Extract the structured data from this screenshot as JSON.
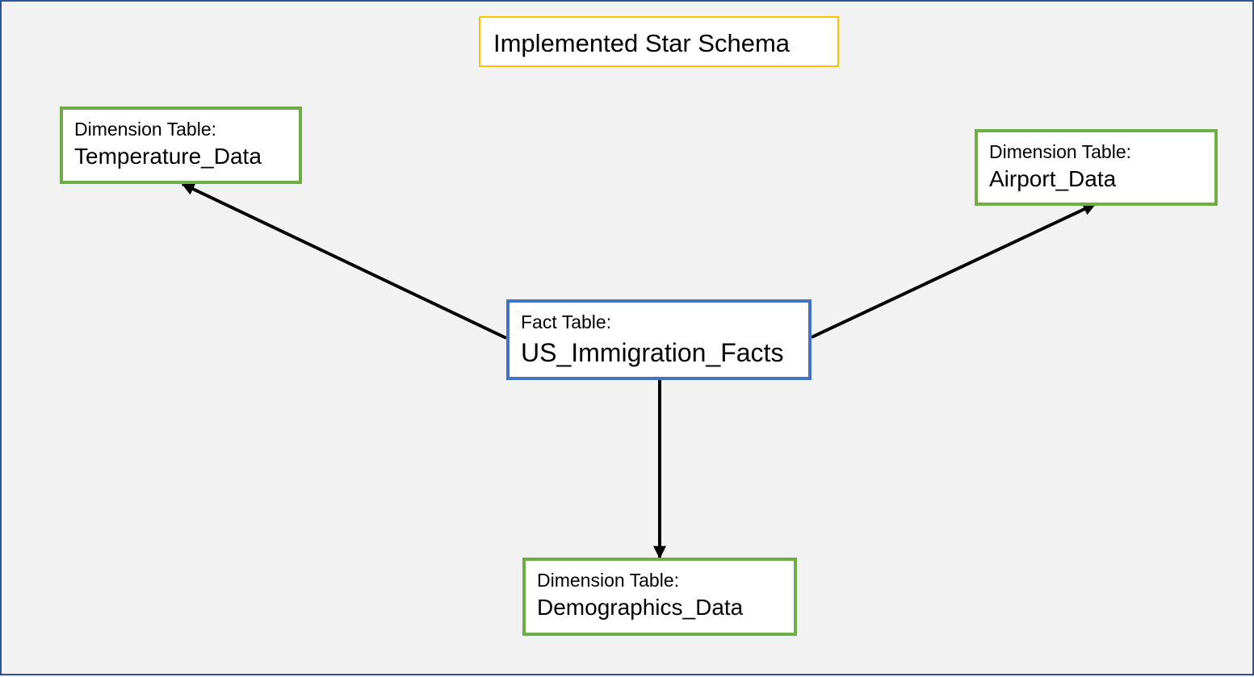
{
  "diagram": {
    "title": "Implemented Star Schema",
    "fact_table": {
      "kind_label": "Fact Table:",
      "name": "US_Immigration_Facts"
    },
    "dimension_tables": {
      "temperature": {
        "kind_label": "Dimension Table:",
        "name": "Temperature_Data"
      },
      "airport": {
        "kind_label": "Dimension Table:",
        "name": "Airport_Data"
      },
      "demographics": {
        "kind_label": "Dimension Table:",
        "name": "Demographics_Data"
      }
    },
    "colors": {
      "background": "#f2f2f2",
      "frame_border": "#2f5597",
      "title_border": "#ffc000",
      "fact_border": "#4472c4",
      "dimension_border": "#70ad47",
      "connector": "#000000"
    }
  }
}
